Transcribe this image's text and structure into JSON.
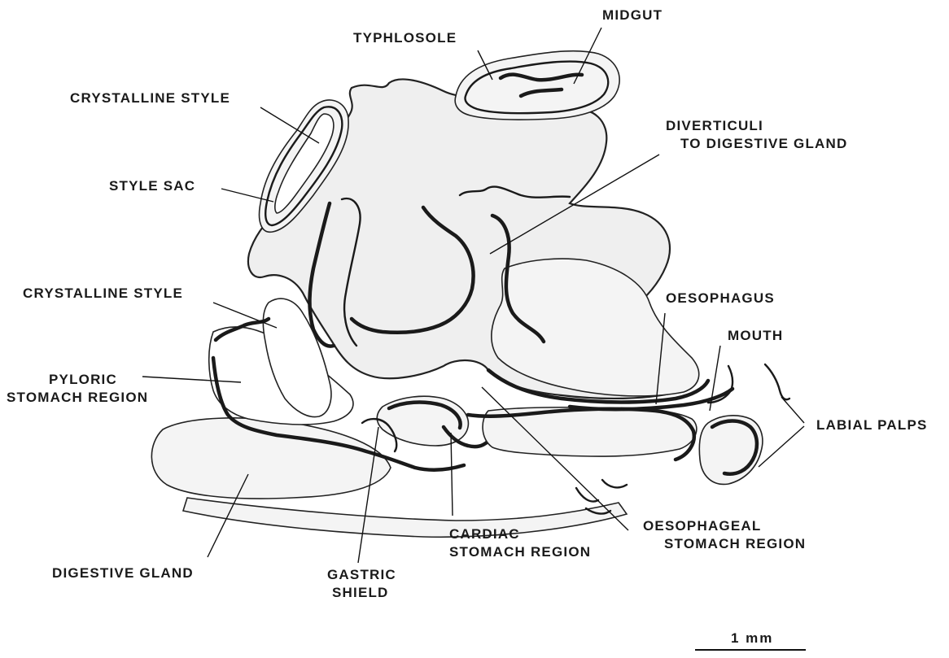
{
  "labels": {
    "midgut": "MIDGUT",
    "typhlosole": "TYPHLOSOLE",
    "crystalline_style_top": "CRYSTALLINE STYLE",
    "diverticuli_1": "DIVERTICULI",
    "diverticuli_2": "TO DIGESTIVE GLAND",
    "style_sac": "STYLE SAC",
    "crystalline_style_mid": "CRYSTALLINE STYLE",
    "oesophagus": "OESOPHAGUS",
    "mouth": "MOUTH",
    "pyloric_1": "PYLORIC",
    "pyloric_2": "STOMACH REGION",
    "labial_palps": "LABIAL PALPS",
    "oesophageal_1": "OESOPHAGEAL",
    "oesophageal_2": "STOMACH REGION",
    "cardiac_1": "CARDIAC",
    "cardiac_2": "STOMACH REGION",
    "digestive_gland": "DIGESTIVE GLAND",
    "gastric_1": "GASTRIC",
    "gastric_2": "SHIELD"
  },
  "scale": {
    "label": "1 mm"
  }
}
